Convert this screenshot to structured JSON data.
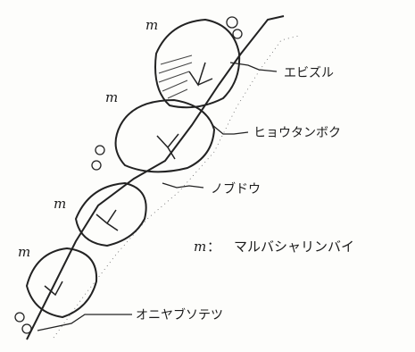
{
  "labels": {
    "ebizuru": "エビズル",
    "hyoutanboku": "ヒョウタンボク",
    "nobudou": "ノブドウ",
    "oniyabusotetsu": "オニヤブソテツ"
  },
  "marker": "m",
  "legend": {
    "symbol": "m",
    "separator": "：",
    "text": "マルバシャリンバイ"
  }
}
